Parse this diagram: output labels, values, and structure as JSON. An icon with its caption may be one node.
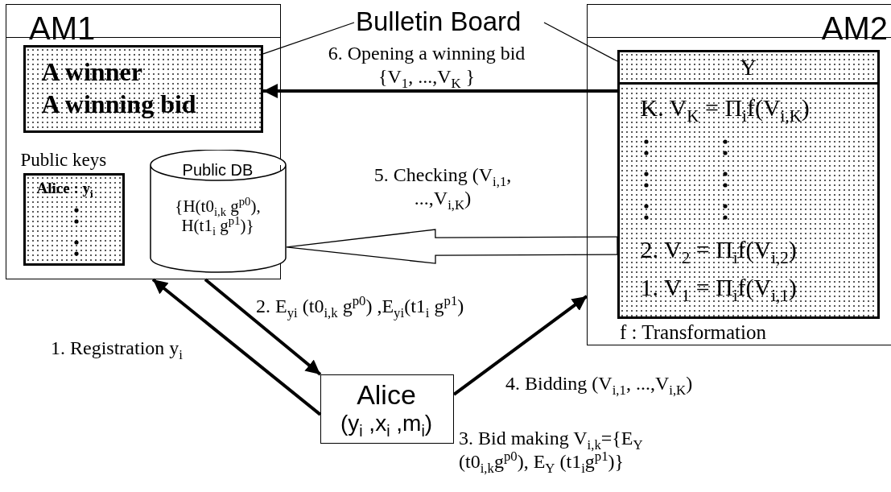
{
  "diagram": {
    "nodes": [
      {
        "text": [
          "AM1"
        ]
      },
      {
        "text": [
          "A winner",
          "A winning bid"
        ],
        "in": 0
      },
      {
        "text": [
          "Public keys",
          "Alice : y$_{i}$"
        ],
        "in": 0
      },
      {
        "text": [
          "Public DB",
          "{H(t0$_{i,k}$ g$^{p0}$), H(t1$_{i}$ g$^{p1}$)}"
        ],
        "in": 0
      },
      {
        "text": [
          "Bulletin Board"
        ]
      },
      {
        "text": [
          "AM2",
          "f : Transformation"
        ]
      },
      {
        "text": [
          "Y",
          "K. V$_{K}$ = Π$_{i}$f(V$_{i,K}$)",
          "2. V$_{2}$ = Π$_{i}$f(V$_{i,2}$)",
          "1. V$_{1}$ = Π$_{i}$f(V$_{i,1}$)"
        ],
        "in": 5
      },
      {
        "text": [
          "Alice",
          "(y$_{i}$ ,x$_{i}$ ,m$_{i}$)"
        ],
        "beside": [
          "3. Bid making V$_{i,k}$={E$_{Y}$ (t0$_{i,k}$g$^{p0}$), E$_{Y}$ (t1$_{i}$g$^{p1}$)}"
        ]
      }
    ],
    "edges": [
      {
        "from": 4,
        "to": 1,
        "arrow": "none"
      },
      {
        "from": 4,
        "to": 6,
        "arrow": "none"
      },
      {
        "from": 6,
        "to": 1,
        "arrow": "to",
        "label": "6. Opening a winning bid {V$_{1}$, ...,V$_{K}$ }"
      },
      {
        "from": 6,
        "to": 3,
        "arrow": "to",
        "label": "5. Checking (V$_{i,1}$, ...,V$_{i,K}$)"
      },
      {
        "from": 7,
        "to": 0,
        "arrow": "to",
        "label": "1. Registration y$_{i}$"
      },
      {
        "from": 0,
        "to": 7,
        "arrow": "to",
        "label": "2. E$_{yi}$ (t0$_{i,k}$ g$^{p0}$) ,E$_{yi}$(t1$_{i}$ g$^{p1}$)"
      },
      {
        "from": 7,
        "to": 5,
        "arrow": "to",
        "label": "4. Bidding (V$_{i,1}$, ...,V$_{i,K}$)"
      }
    ]
  }
}
